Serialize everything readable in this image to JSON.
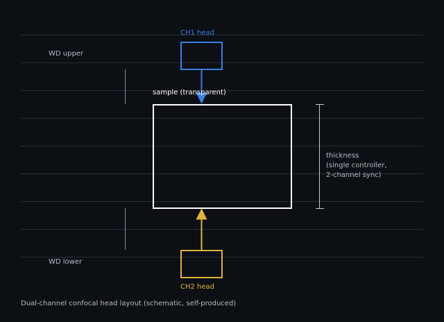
{
  "colors": {
    "background": "#0c0f14",
    "grid": "#2a2f37",
    "ch1": "#3b7fe0",
    "ch2": "#e0b43b",
    "sample": "#ffffff",
    "label": "#b8bcc4",
    "bracket": "#c8ccd2"
  },
  "ch1": {
    "label": "CH1 head"
  },
  "ch2": {
    "label": "CH2 head"
  },
  "wd": {
    "upper": "WD upper",
    "lower": "WD lower"
  },
  "sample": {
    "label": "sample (transparent)"
  },
  "thickness": {
    "lines": [
      "thickness",
      "(single controller,",
      "2-channel sync)"
    ]
  },
  "caption": "Dual-channel confocal head layout (schematic, self-produced)"
}
